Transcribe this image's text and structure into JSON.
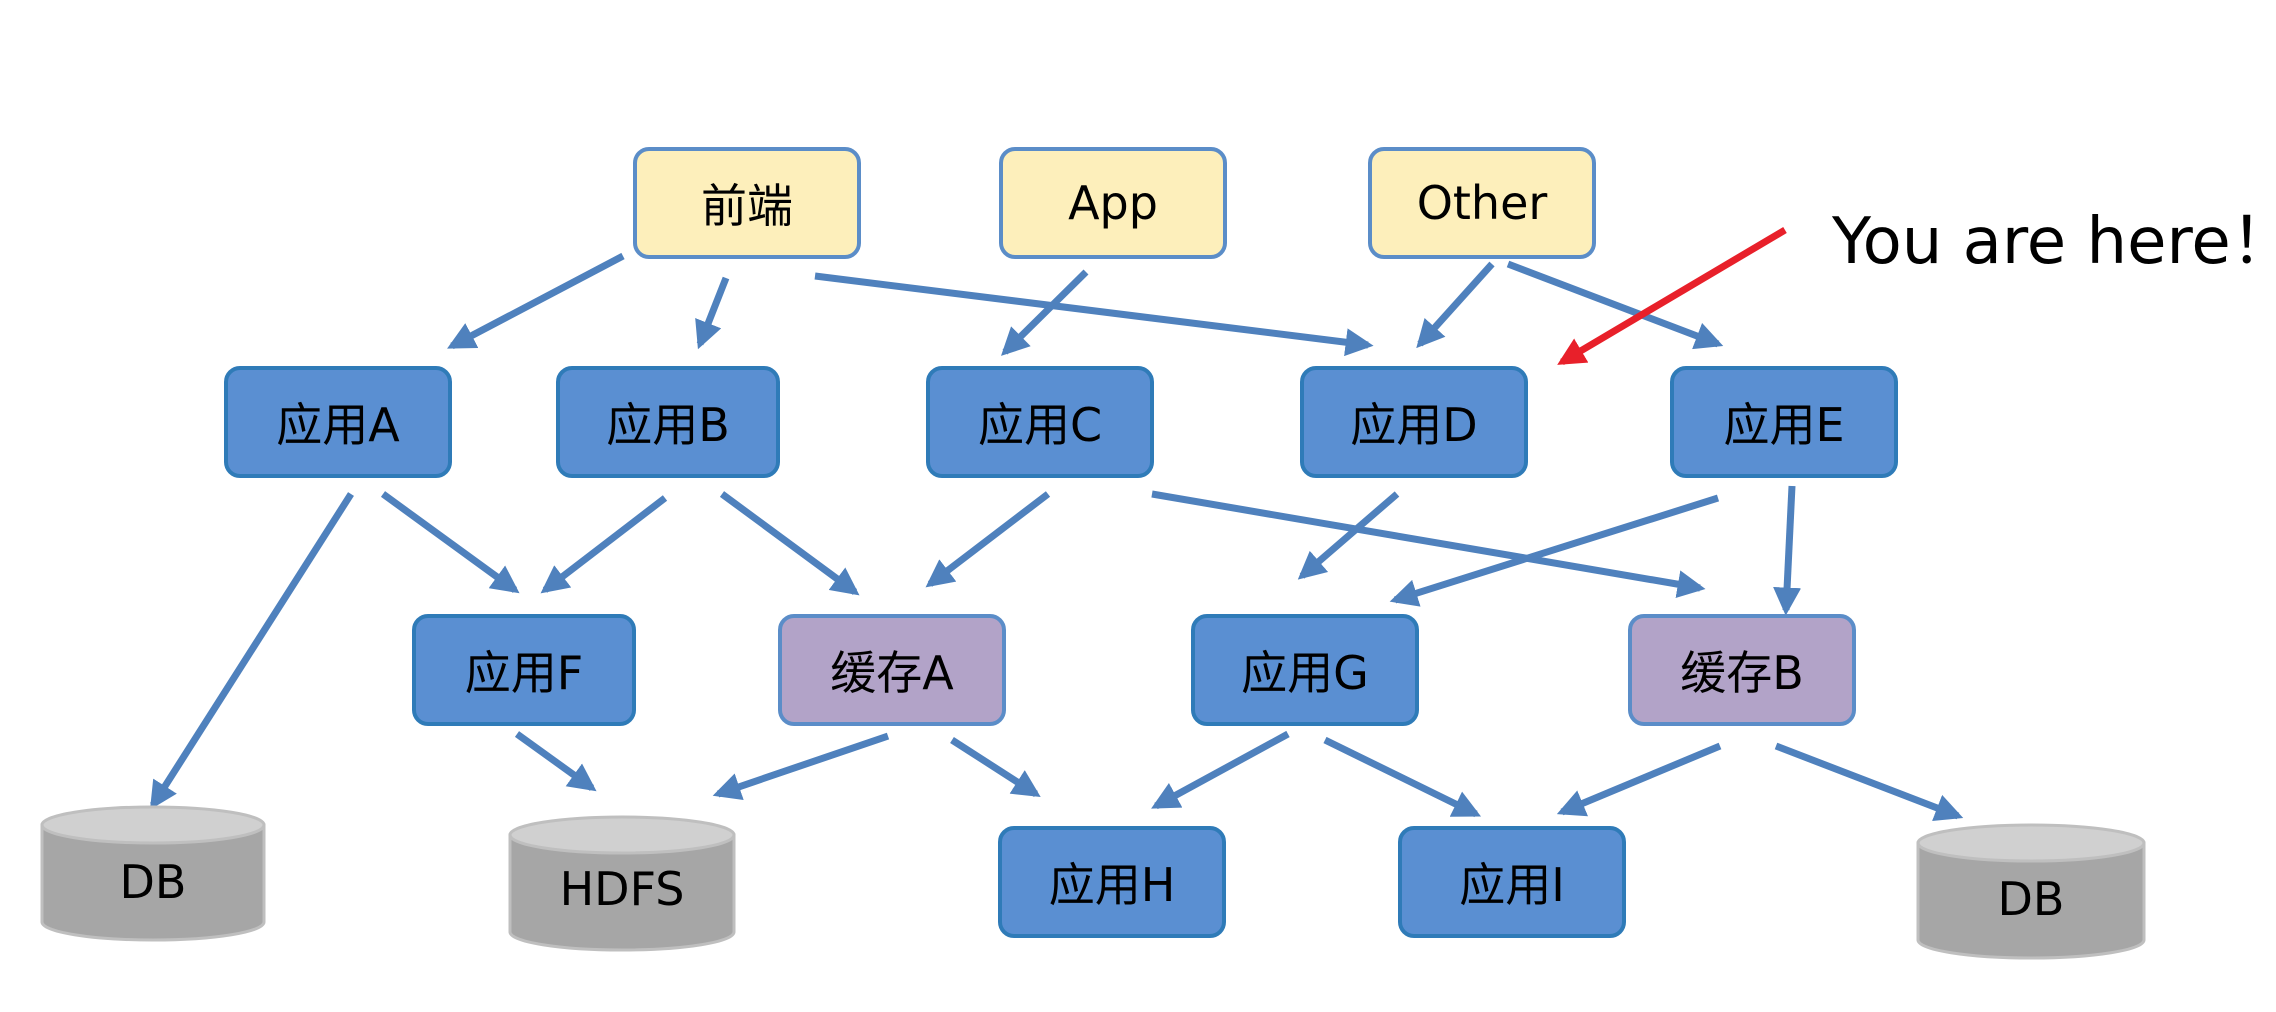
{
  "nodes": {
    "frontend": "前端",
    "app_client": "App",
    "other": "Other",
    "app_a": "应用A",
    "app_b": "应用B",
    "app_c": "应用C",
    "app_d": "应用D",
    "app_e": "应用E",
    "app_f": "应用F",
    "cache_a": "缓存A",
    "app_g": "应用G",
    "cache_b": "缓存B",
    "app_h": "应用H",
    "app_i": "应用I",
    "db_left": "DB",
    "hdfs": "HDFS",
    "db_right": "DB"
  },
  "callout": {
    "text": "You are here！",
    "target": "app_d",
    "color": "#e8202a"
  },
  "edges": [
    [
      "frontend",
      "app_a"
    ],
    [
      "frontend",
      "app_b"
    ],
    [
      "frontend",
      "app_d"
    ],
    [
      "app_client",
      "app_c"
    ],
    [
      "other",
      "app_d"
    ],
    [
      "other",
      "app_e"
    ],
    [
      "app_a",
      "db_left"
    ],
    [
      "app_a",
      "app_f"
    ],
    [
      "app_b",
      "app_f"
    ],
    [
      "app_b",
      "cache_a"
    ],
    [
      "app_c",
      "cache_a"
    ],
    [
      "app_c",
      "cache_b"
    ],
    [
      "app_d",
      "app_g"
    ],
    [
      "app_e",
      "app_g"
    ],
    [
      "app_e",
      "cache_b"
    ],
    [
      "app_f",
      "hdfs"
    ],
    [
      "cache_a",
      "hdfs"
    ],
    [
      "cache_a",
      "app_h"
    ],
    [
      "app_g",
      "app_h"
    ],
    [
      "app_g",
      "app_i"
    ],
    [
      "cache_b",
      "app_i"
    ],
    [
      "cache_b",
      "db_right"
    ]
  ],
  "colors": {
    "edge": "#4f81bd",
    "app": "#5a8fd2",
    "source": "#fdefbb",
    "cache": "#b2a3c8",
    "storage": "#a6a6a6"
  }
}
